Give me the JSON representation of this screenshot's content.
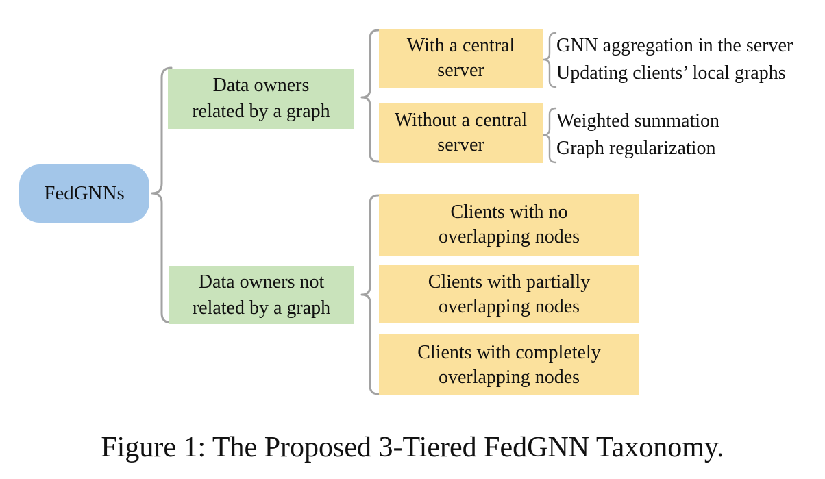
{
  "colors": {
    "root_fill": "#a3c6e9",
    "tier1_fill": "#c9e3bb",
    "tier2_fill": "#fbe19d",
    "brace": "#a2a2a2",
    "text": "#111111"
  },
  "diagram": {
    "root": {
      "label": "FedGNNs"
    },
    "tier1": {
      "related": {
        "line1": "Data owners",
        "line2": "related by a graph"
      },
      "not_related": {
        "line1": "Data owners not",
        "line2": "related by a graph"
      }
    },
    "tier2": {
      "with_server": {
        "line1": "With a central",
        "line2": "server"
      },
      "without_server": {
        "line1": "Without a central",
        "line2": "server"
      },
      "no_overlap": {
        "line1": "Clients with no",
        "line2": "overlapping nodes"
      },
      "partial_overlap": {
        "line1": "Clients with partially",
        "line2": "overlapping nodes"
      },
      "complete_overlap": {
        "line1": "Clients with completely",
        "line2": "overlapping nodes"
      }
    },
    "leaves": {
      "with_server": [
        "GNN aggregation in the server",
        "Updating clients’ local graphs"
      ],
      "without_server": [
        "Weighted summation",
        "Graph regularization"
      ]
    }
  },
  "caption": "Figure 1: The Proposed 3-Tiered FedGNN Taxonomy."
}
